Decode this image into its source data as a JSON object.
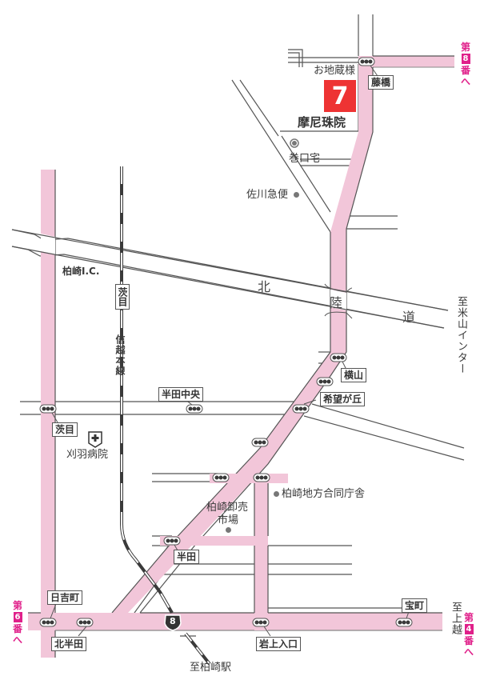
{
  "colors": {
    "main_road": "#f2c6d9",
    "road_edge": "#555555",
    "destination": "#ee3333",
    "direction_accent": "#e0208a",
    "railway": "#3a3a3a"
  },
  "destination": {
    "number": "7",
    "name": "摩尼珠院"
  },
  "landmarks": {
    "ojizousama": "お地蔵様",
    "makiguchi": "巻口宅",
    "sagawa": "佐川急便",
    "kariwa_hospital": "刈羽病院",
    "oroshiuri_line1": "柏崎卸売",
    "oroshiuri_line2": "市場",
    "godo_chosha": "柏崎地方合同庁舎",
    "kashiwazaki_ic": "柏崎I.C."
  },
  "highway": {
    "char1": "北",
    "char2": "陸",
    "char3": "道",
    "to_yoneyama": "至米山インター"
  },
  "railway": {
    "station": "茨目",
    "line_name": "信越本線",
    "to_station": "至柏崎駅"
  },
  "intersections": {
    "fujihashi": "藤橋",
    "yokoyama": "横山",
    "kibougaoka": "希望が丘",
    "handa_chuo": "半田中央",
    "ibarame": "茨目",
    "handa": "半田",
    "hiyoshicho": "日吉町",
    "kitahanda": "北半田",
    "iwagami_iriguchi": "岩上入口",
    "takaramachi": "宝町"
  },
  "route_sign": "8",
  "to_joetsu": "至上越",
  "directions": {
    "top": {
      "prefix": "第",
      "num": "8",
      "suffix": "番",
      "arrow": "へ"
    },
    "left": {
      "prefix": "第",
      "num": "6",
      "suffix": "番",
      "arrow": "へ"
    },
    "right": {
      "prefix": "第",
      "num": "4",
      "suffix": "番",
      "arrow": "へ"
    }
  }
}
